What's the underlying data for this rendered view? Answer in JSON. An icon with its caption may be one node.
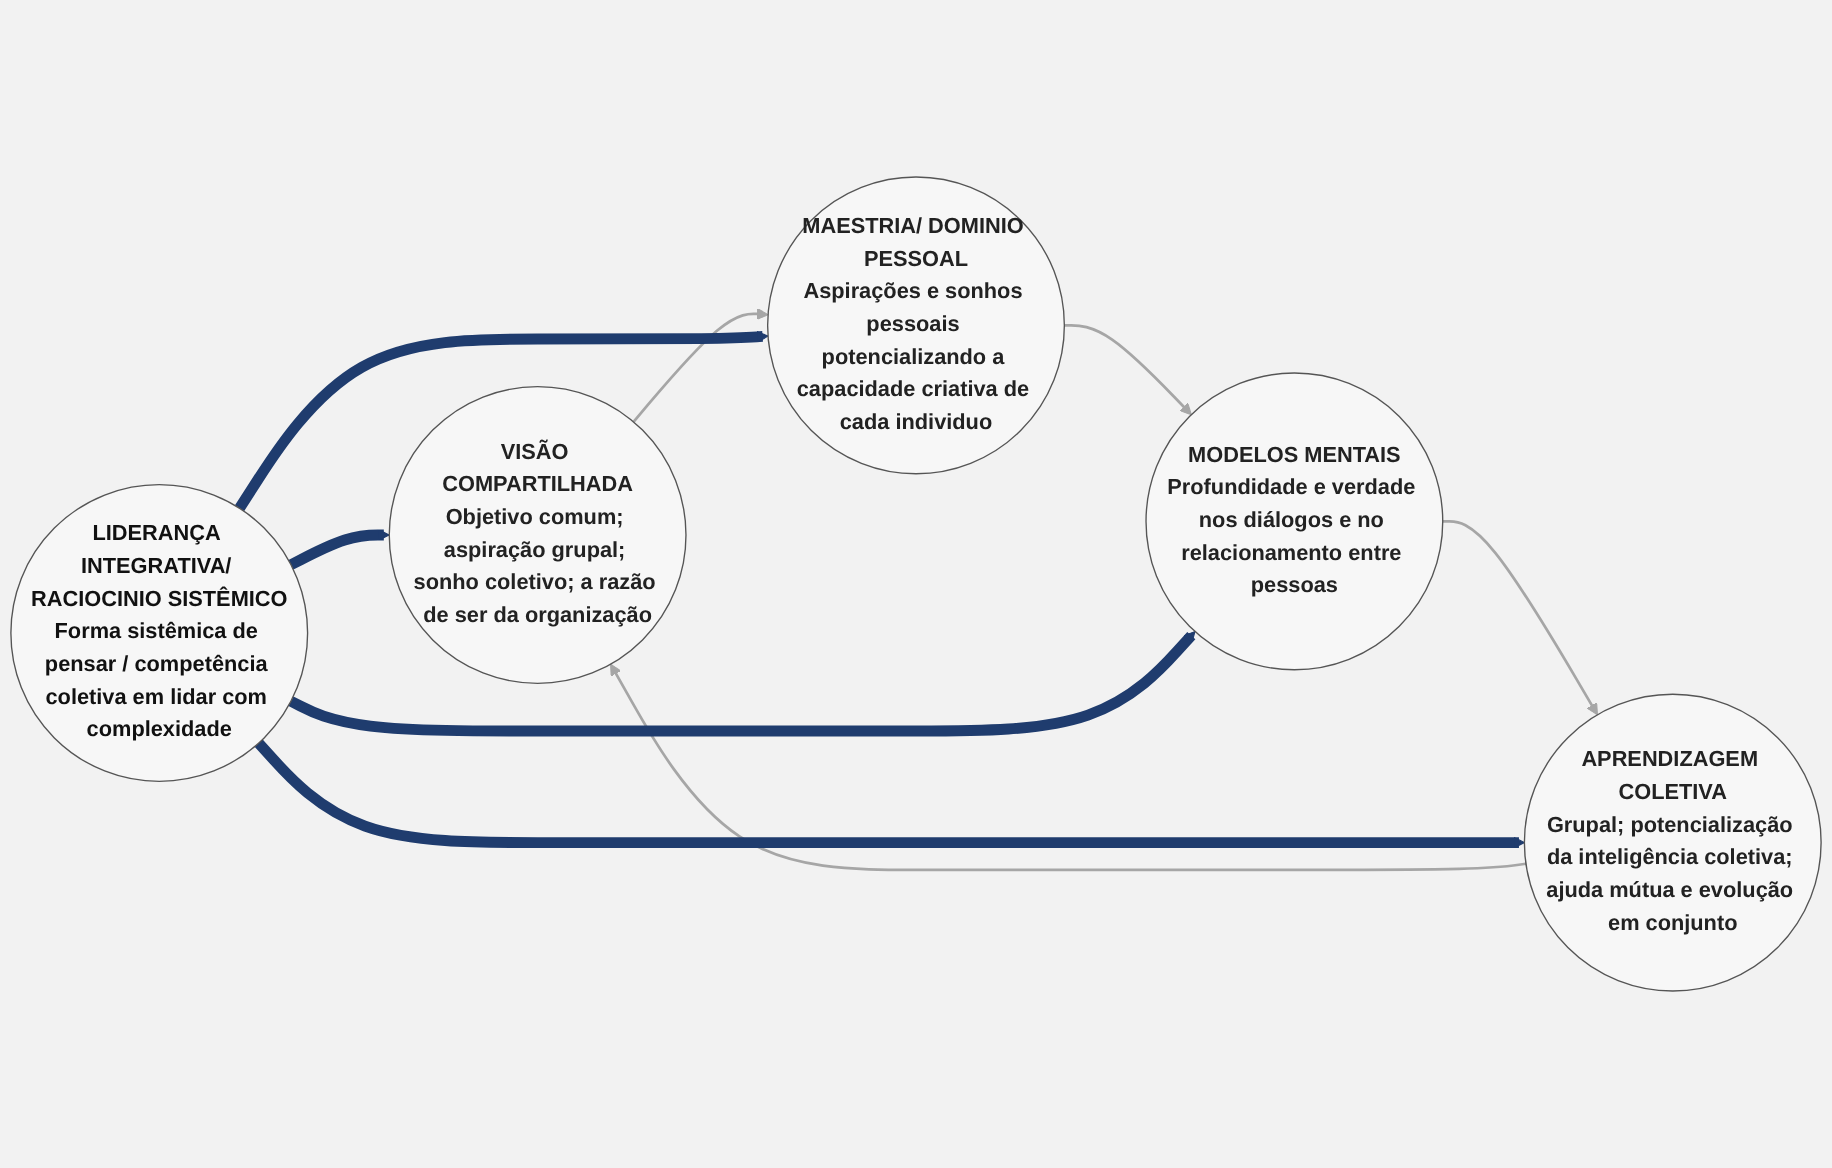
{
  "diagram": {
    "nodes": [
      {
        "text": [
          "VISÃO COMPARTILHADA",
          "Objetivo comum; aspiração grupal; sonho coletivo; a razão de ser da organização"
        ]
      },
      {
        "text": [
          "MAESTRIA/ DOMINIO PESSOAL",
          "Aspirações e sonhos pessoais potencializando a capacidade criativa de cada individuo"
        ]
      },
      {
        "text": [
          "LIDERANÇA INTEGRATIVA/ RACIOCINIO SISTÊMICO",
          "Forma sistêmica de pensar / competência coletiva em lidar com complexidade"
        ]
      },
      {
        "text": [
          "APRENDIZAGEM COLETIVA",
          "Grupal; potencialização da inteligência coletiva; ajuda mútua e evolução em conjunto"
        ]
      },
      {
        "text": [
          "MODELOS MENTAIS",
          "Profundidade e verdade nos diálogos e no relacionamento entre pessoas"
        ]
      }
    ],
    "edges": [
      {
        "from": 0,
        "to": 1,
        "arrow": "to"
      },
      {
        "from": 1,
        "to": 4,
        "arrow": "to"
      },
      {
        "from": 4,
        "to": 3,
        "arrow": "to"
      },
      {
        "from": 3,
        "to": 0,
        "arrow": "to"
      },
      {
        "from": 2,
        "to": 0,
        "arrow": "to",
        "style": "thick",
        "color": "#1f3c6e"
      },
      {
        "from": 2,
        "to": 1,
        "arrow": "to",
        "style": "thick",
        "color": "#1f3c6e"
      },
      {
        "from": 2,
        "to": 3,
        "arrow": "to",
        "style": "thick",
        "color": "#1f3c6e"
      },
      {
        "from": 2,
        "to": 4,
        "arrow": "to",
        "style": "thick",
        "color": "#1f3c6e"
      }
    ]
  }
}
